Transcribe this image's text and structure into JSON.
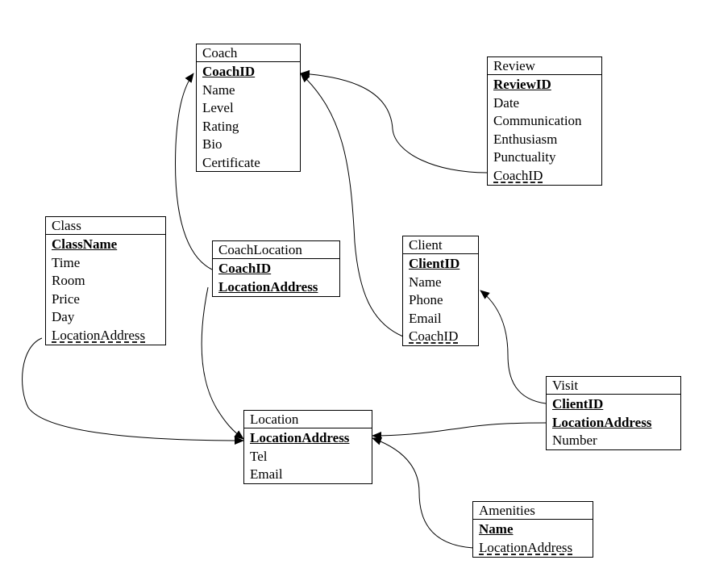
{
  "entities": {
    "coach": {
      "title": "Coach",
      "attributes": [
        {
          "name": "CoachID",
          "key": "pk"
        },
        {
          "name": "Name",
          "key": ""
        },
        {
          "name": "Level",
          "key": ""
        },
        {
          "name": "Rating",
          "key": ""
        },
        {
          "name": "Bio",
          "key": ""
        },
        {
          "name": "Certificate",
          "key": ""
        }
      ]
    },
    "review": {
      "title": "Review",
      "attributes": [
        {
          "name": "ReviewID",
          "key": "pk"
        },
        {
          "name": "Date",
          "key": ""
        },
        {
          "name": "Communication",
          "key": ""
        },
        {
          "name": "Enthusiasm",
          "key": ""
        },
        {
          "name": "Punctuality",
          "key": ""
        },
        {
          "name": "CoachID",
          "key": "fk"
        }
      ]
    },
    "class": {
      "title": "Class",
      "attributes": [
        {
          "name": "ClassName",
          "key": "pk"
        },
        {
          "name": "Time",
          "key": ""
        },
        {
          "name": "Room",
          "key": ""
        },
        {
          "name": "Price",
          "key": ""
        },
        {
          "name": "Day",
          "key": ""
        },
        {
          "name": "LocationAddress",
          "key": "fk"
        }
      ]
    },
    "coach_location": {
      "title": "CoachLocation",
      "attributes": [
        {
          "name": "CoachID",
          "key": "pk"
        },
        {
          "name": "LocationAddress",
          "key": "pk"
        }
      ]
    },
    "client": {
      "title": "Client",
      "attributes": [
        {
          "name": "ClientID",
          "key": "pk"
        },
        {
          "name": "Name",
          "key": ""
        },
        {
          "name": "Phone",
          "key": ""
        },
        {
          "name": "Email",
          "key": ""
        },
        {
          "name": "CoachID",
          "key": "fk"
        }
      ]
    },
    "visit": {
      "title": "Visit",
      "attributes": [
        {
          "name": "ClientID",
          "key": "pk"
        },
        {
          "name": "LocationAddress",
          "key": "pk"
        },
        {
          "name": "Number",
          "key": ""
        }
      ]
    },
    "location": {
      "title": "Location",
      "attributes": [
        {
          "name": "LocationAddress",
          "key": "pk"
        },
        {
          "name": "Tel",
          "key": ""
        },
        {
          "name": "Email",
          "key": ""
        }
      ]
    },
    "amenities": {
      "title": "Amenities",
      "attributes": [
        {
          "name": "Name",
          "key": "pk"
        },
        {
          "name": "LocationAddress",
          "key": "fk"
        }
      ]
    }
  },
  "relationships": [
    {
      "from": "review.CoachID",
      "to": "coach.CoachID"
    },
    {
      "from": "client.CoachID",
      "to": "coach.CoachID"
    },
    {
      "from": "coach_location.CoachID",
      "to": "coach.CoachID"
    },
    {
      "from": "coach_location.LocationAddress",
      "to": "location.LocationAddress"
    },
    {
      "from": "class.LocationAddress",
      "to": "location.LocationAddress"
    },
    {
      "from": "visit.LocationAddress",
      "to": "location.LocationAddress"
    },
    {
      "from": "visit.ClientID",
      "to": "client.ClientID"
    },
    {
      "from": "amenities.LocationAddress",
      "to": "location.LocationAddress"
    }
  ],
  "colors": {
    "line": "#000000",
    "background": "#ffffff"
  }
}
